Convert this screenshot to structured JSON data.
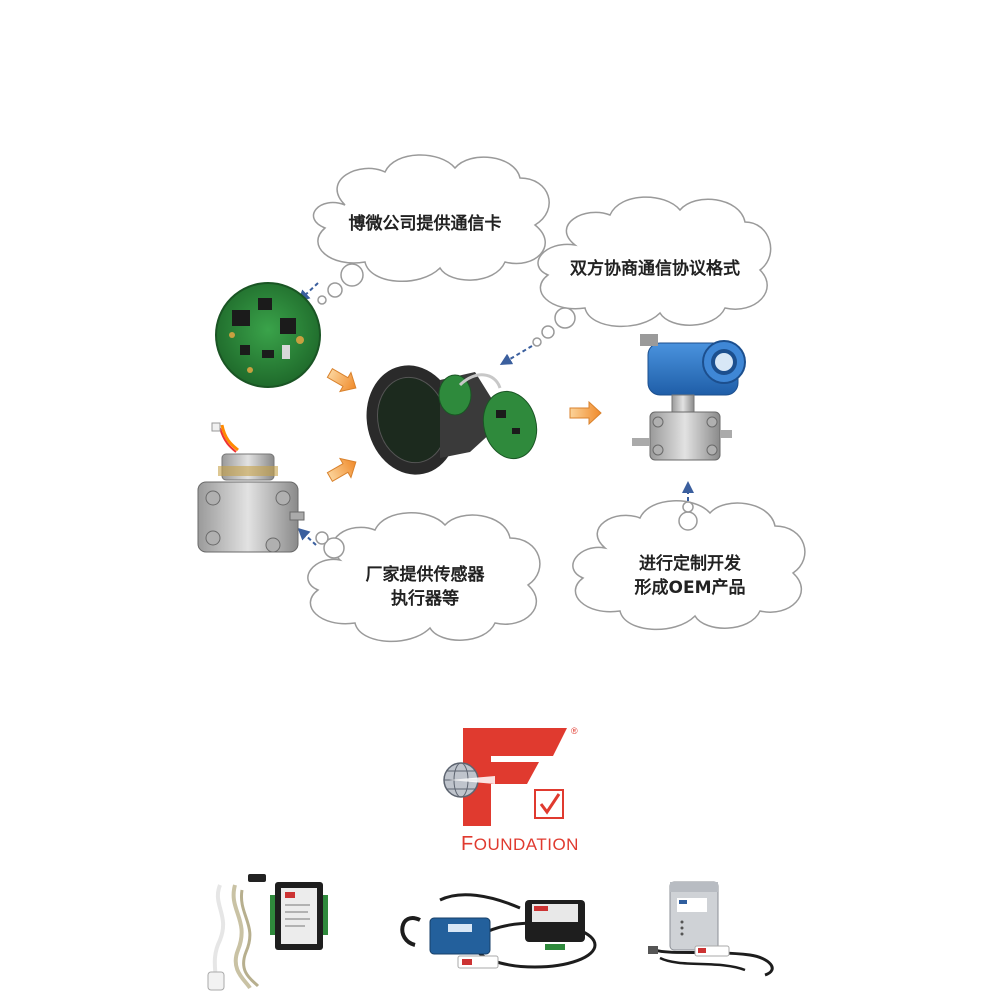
{
  "clouds": {
    "card_supplier": "博微公司提供通信卡",
    "protocol": "双方协商通信协议格式",
    "sensor_supplier": {
      "line1": "厂家提供传感器",
      "line2": "执行器等"
    },
    "oem": {
      "line1": "进行定制开发",
      "line2": "形成OEM产品"
    }
  },
  "logo": {
    "word_first": "F",
    "word_rest": "OUNDATION",
    "registered": "®",
    "brand_color": "#e03a2f"
  },
  "colors": {
    "pcb_green": "#2f8a3c",
    "transmitter_blue": "#2f78c8",
    "arrow_orange": "#f4a54a",
    "dashed_arrow": "#3b5f9e",
    "cloud_outline": "#9a9a9a"
  }
}
